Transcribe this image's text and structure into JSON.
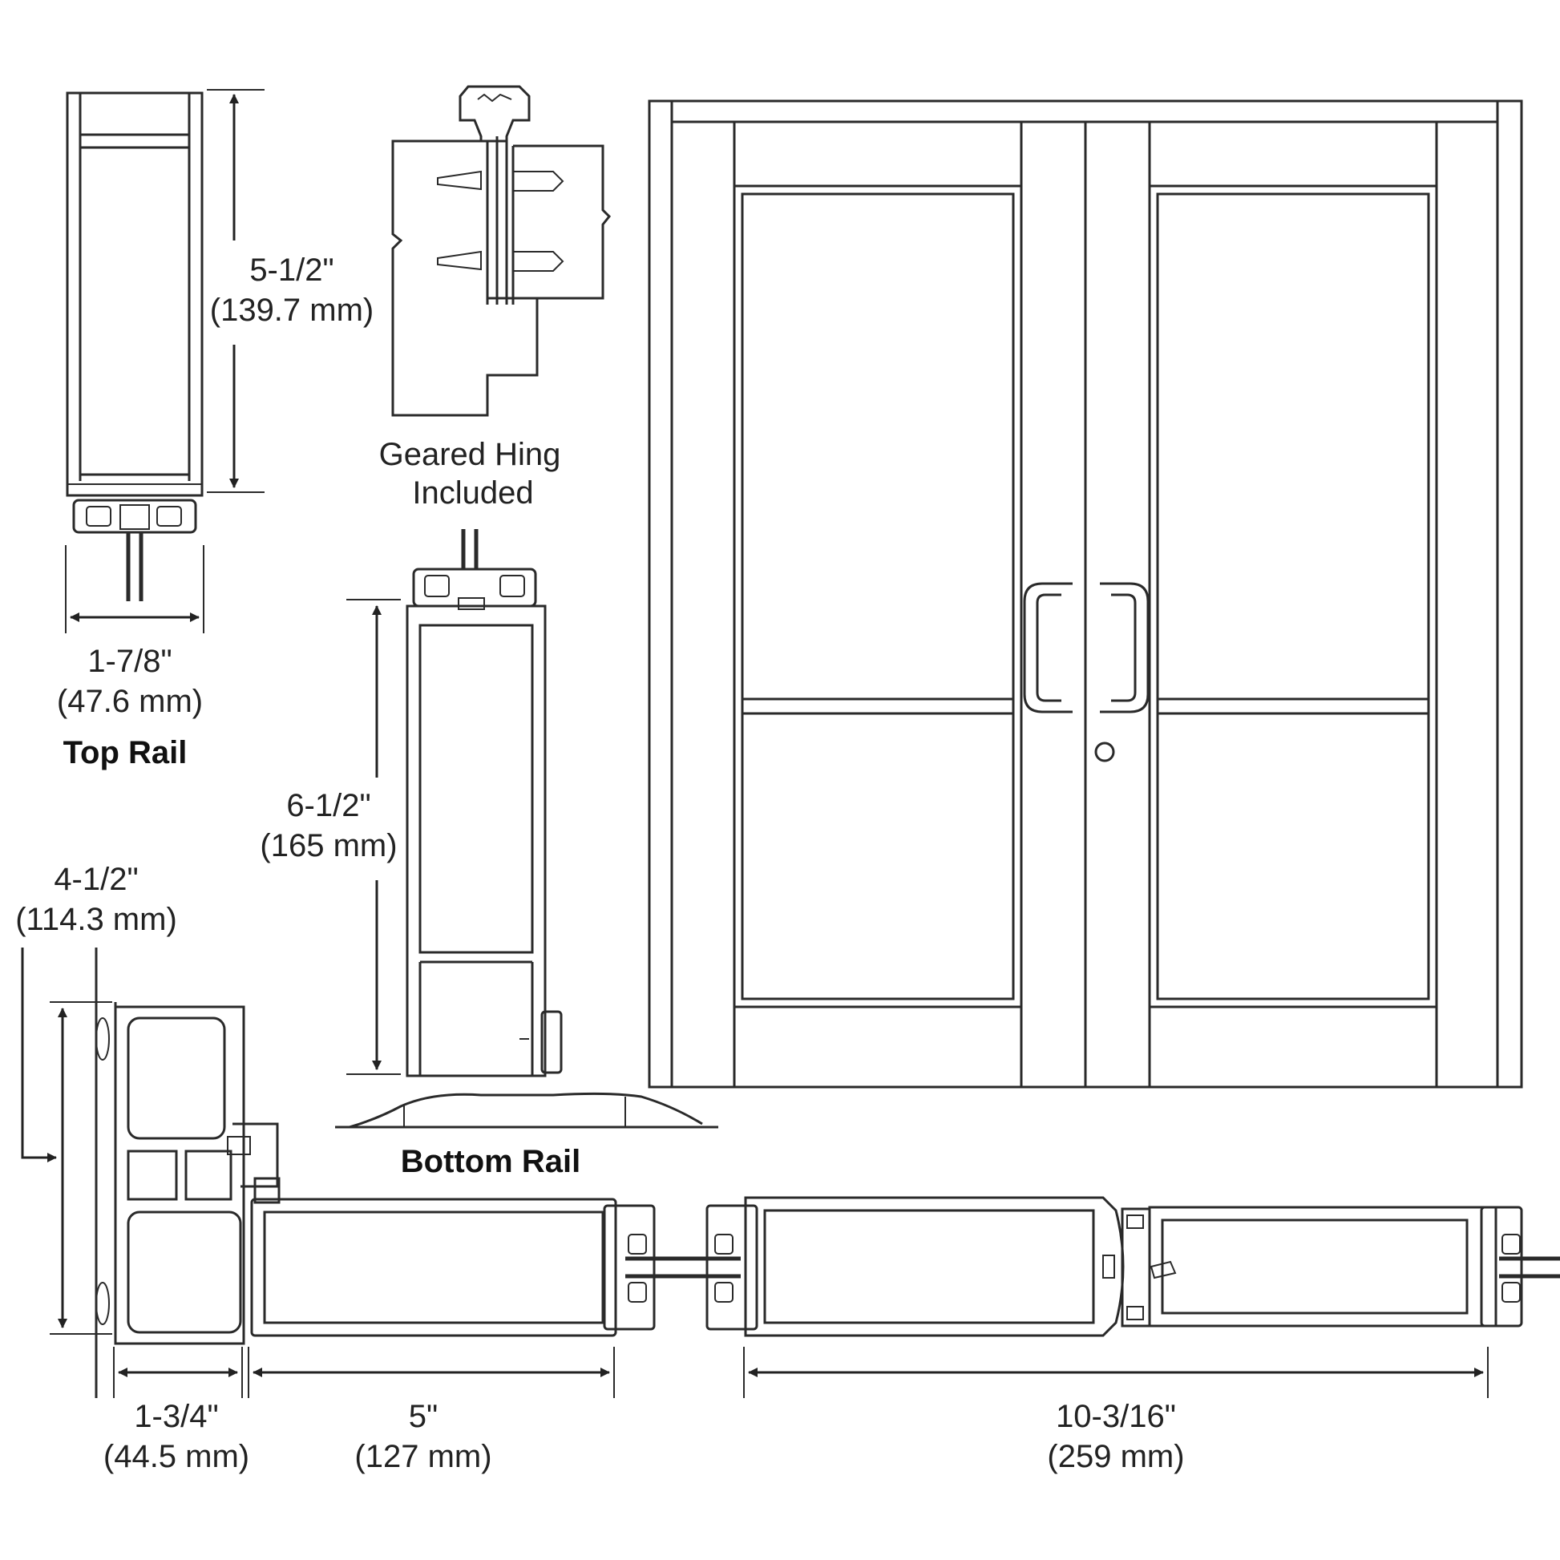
{
  "top_rail": {
    "title": "Top Rail",
    "height_in": "5-1/2\"",
    "height_mm": "(139.7 mm)",
    "width_in": "1-7/8\"",
    "width_mm": "(47.6 mm)"
  },
  "hinge": {
    "line1": "Geared Hing",
    "line2": "Included"
  },
  "bottom_rail": {
    "title": "Bottom Rail",
    "height_in": "6-1/2\"",
    "height_mm": "(165 mm)"
  },
  "stile_section": {
    "height_in": "4-1/2\"",
    "height_mm": "(114.3 mm)",
    "depth_in": "1-3/4\"",
    "depth_mm": "(44.5 mm)",
    "stile_in": "5\"",
    "stile_mm": "(127 mm)",
    "meeting_in": "10-3/16\"",
    "meeting_mm": "(259 mm)"
  }
}
